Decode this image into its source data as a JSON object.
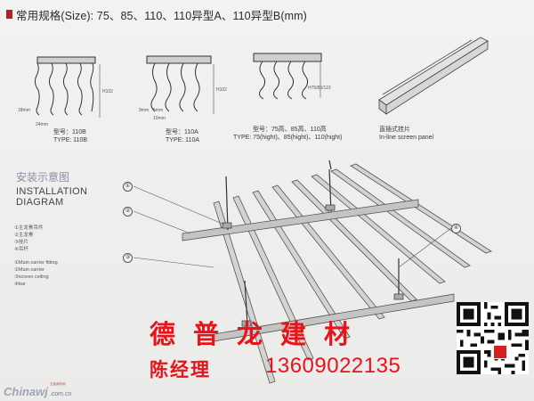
{
  "header": {
    "title": "常用规格(Size): 75、85、110、110异型A、110异型B(mm)",
    "marker_color": "#b21f24"
  },
  "specs": [
    {
      "name_zh": "型号：110B",
      "name_en": "TYPE: 110B",
      "dims": [
        "18mm",
        "24mm",
        "H102"
      ]
    },
    {
      "name_zh": "型号：110A",
      "name_en": "TYPE: 110A",
      "dims": [
        "9mm",
        "5mm",
        "10mm",
        "H102"
      ]
    },
    {
      "name_zh": "型号：75高、85高、110高",
      "name_en": "TYPE: 75(hight)、85(hight)、110(hight)",
      "dims": [
        "H75/85/110"
      ]
    },
    {
      "name_zh": "直插式挂片",
      "name_en": "In-line screen panel"
    }
  ],
  "installation": {
    "title_zh": "安装示意图",
    "title_en_line1": "INSTALLATION",
    "title_en_line2": "DIAGRAM",
    "legend_zh": [
      "①主龙骨吊件",
      "②主龙骨",
      "③挂片",
      "④吊杆"
    ],
    "legend_en": [
      "①Main carrier fitting",
      "②Main carrier",
      "③screen ceiling",
      "④bar"
    ],
    "callouts": [
      "①",
      "②",
      "③",
      "④"
    ]
  },
  "contact": {
    "company": "德普龙建材",
    "person": "陈经理",
    "phone": "13609022135",
    "color": "#e8141a"
  },
  "watermark": {
    "brand": "Chinawj",
    "domain": ".com.cn",
    "sub": "五金商机网"
  },
  "qr": {
    "label": "qr-code"
  }
}
